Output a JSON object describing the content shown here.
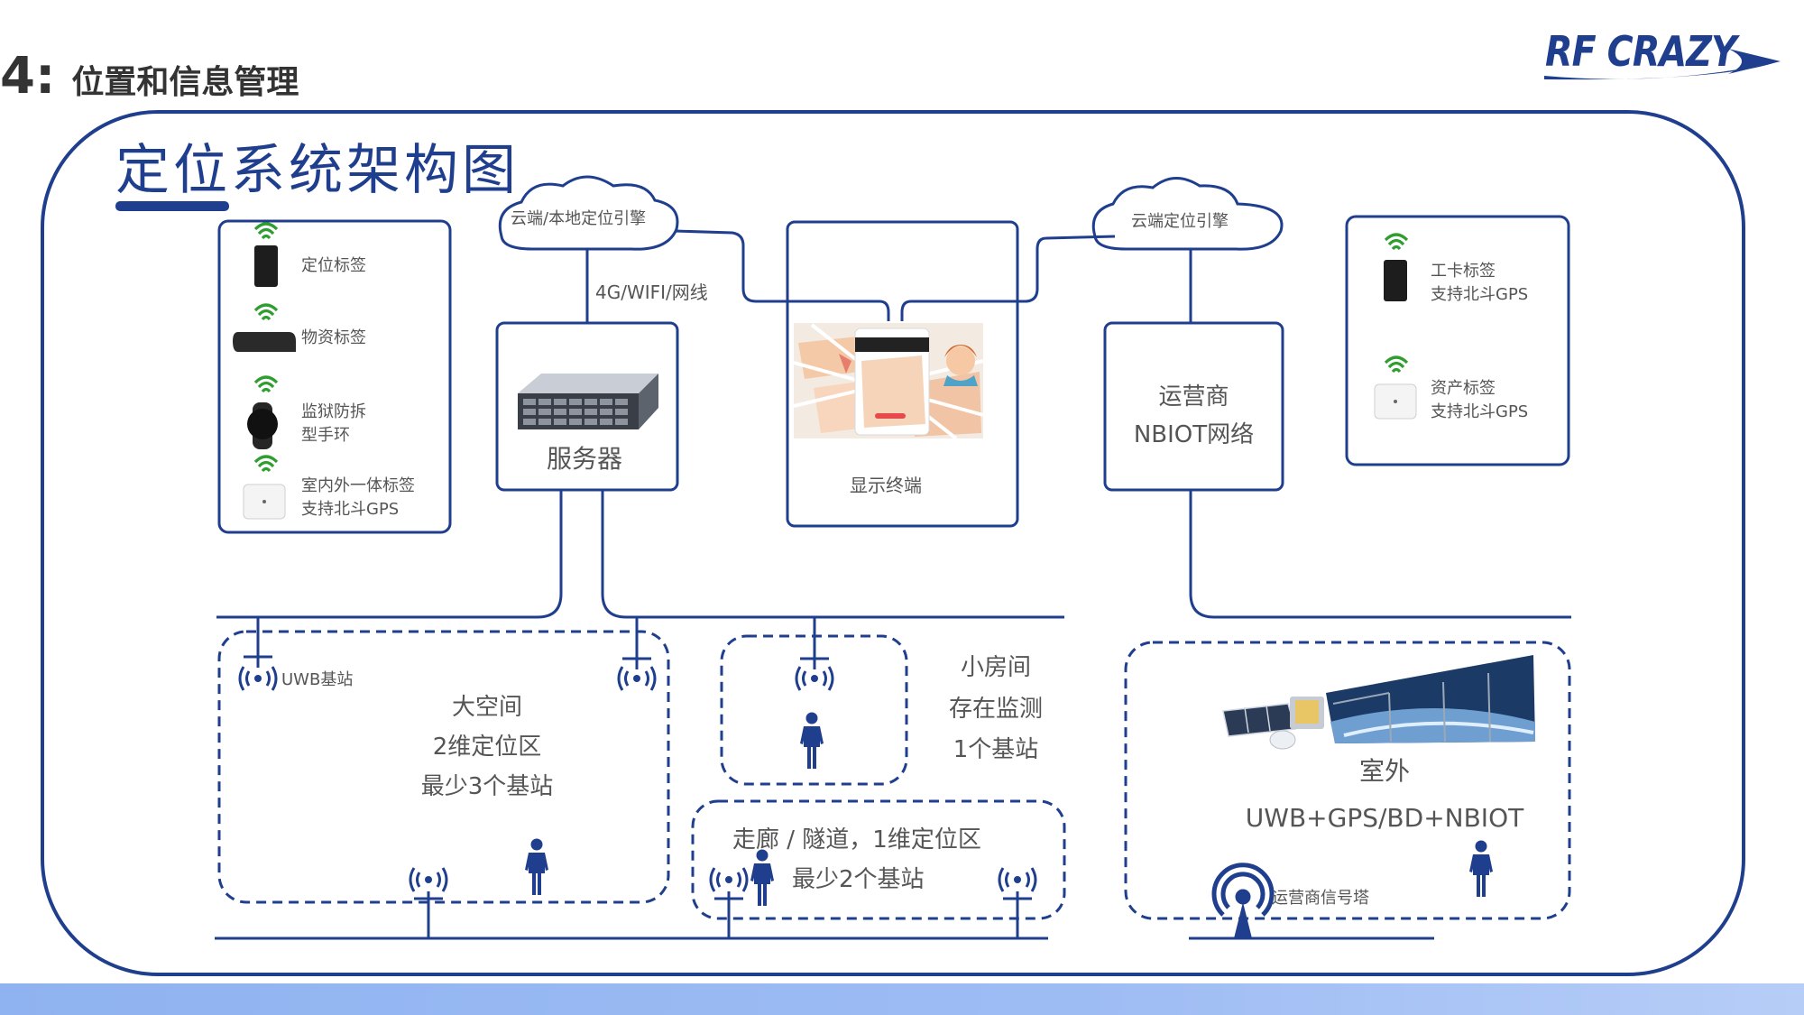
{
  "slide": {
    "number": "4:",
    "subtitle": "位置和信息管理"
  },
  "logo": {
    "text": "RF CRAZY"
  },
  "title": "定位系统架构图",
  "tags_left": [
    {
      "label": "定位标签"
    },
    {
      "label": "物资标签"
    },
    {
      "label": "监狱防拆\n型手环"
    },
    {
      "label": "室内外一体标签\n支持北斗GPS"
    }
  ],
  "tags_right": [
    {
      "label": "工卡标签\n支持北斗GPS"
    },
    {
      "label": "资产标签\n支持北斗GPS"
    }
  ],
  "clouds": {
    "left": "云端/本地定位引擎",
    "right": "云端定位引擎"
  },
  "link_label": "4G/WIFI/网线",
  "server": {
    "label": "服务器"
  },
  "display": {
    "label": "显示终端"
  },
  "operator": {
    "label": "运营商\nNBIOT网络"
  },
  "zones": {
    "large": {
      "station_label": "UWB基站",
      "text": "大空间\n2维定位区\n最少3个基站"
    },
    "small_room": {
      "text": "小房间\n存在监测\n1个基站"
    },
    "corridor": {
      "line1": "走廊 / 隧道，1维定位区",
      "line2": "最少2个基站"
    },
    "outdoor": {
      "line1": "室外",
      "line2": "UWB+GPS/BD+NBIOT",
      "tower_label": "运营商信号塔"
    }
  },
  "colors": {
    "accent": "#1f3f8e",
    "person": "#1f3f8e",
    "wifi": "#2e9e2e"
  },
  "icons": [
    "wifi-icon",
    "tag-device-icon",
    "server-icon",
    "cloud-icon",
    "person-icon",
    "antenna-icon",
    "satellite-icon",
    "tower-icon"
  ]
}
